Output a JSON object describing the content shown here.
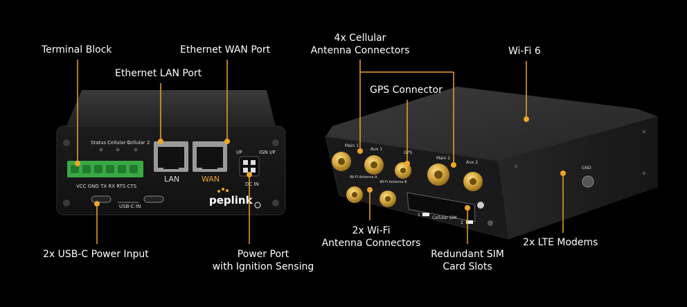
{
  "callouts": {
    "terminal_block": "Terminal Block",
    "ethernet_wan": "Ethernet WAN Port",
    "ethernet_lan": "Ethernet LAN Port",
    "cellular_antenna_1": "4x Cellular",
    "cellular_antenna_2": "Antenna Connectors",
    "wifi6": "Wi-Fi 6",
    "gps": "GPS Connector",
    "usbc": "2x USB-C Power Input",
    "power_port_1": "Power Port",
    "power_port_2": "with Ignition Sensing",
    "wifi_antenna_1": "2x Wi-Fi",
    "wifi_antenna_2": "Antenna Connectors",
    "sim_1": "Redundant SIM",
    "sim_2": "Card Slots",
    "lte": "2x LTE Modems"
  },
  "front_panel": {
    "status": "Status",
    "cellular1": "Cellular 1",
    "cellular2": "Cellular 2",
    "lan": "LAN",
    "wan": "WAN",
    "terminal_pins": "VCC GND TX RX RTS CTS",
    "usbc_in": "USB-C IN",
    "ip": "I/P",
    "ign_ip": "IGN I/P",
    "dc_in": "DC IN",
    "brand": "peplink"
  },
  "rear_panel": {
    "main1": "Main 1",
    "aux1": "Aux 1",
    "gps": "GPS",
    "main2": "Main 2",
    "aux2": "Aux 2",
    "wifi_a": "Wi-Fi Antenna A",
    "wifi_b": "Wi-Fi Antenna B",
    "sim_label": "Cellular SIM",
    "sim1": "1",
    "sim2": "2",
    "gnd": "GND"
  },
  "colors": {
    "accent": "#f0a526",
    "wan_text": "#f0a526",
    "terminal_green": "#3aa845"
  }
}
